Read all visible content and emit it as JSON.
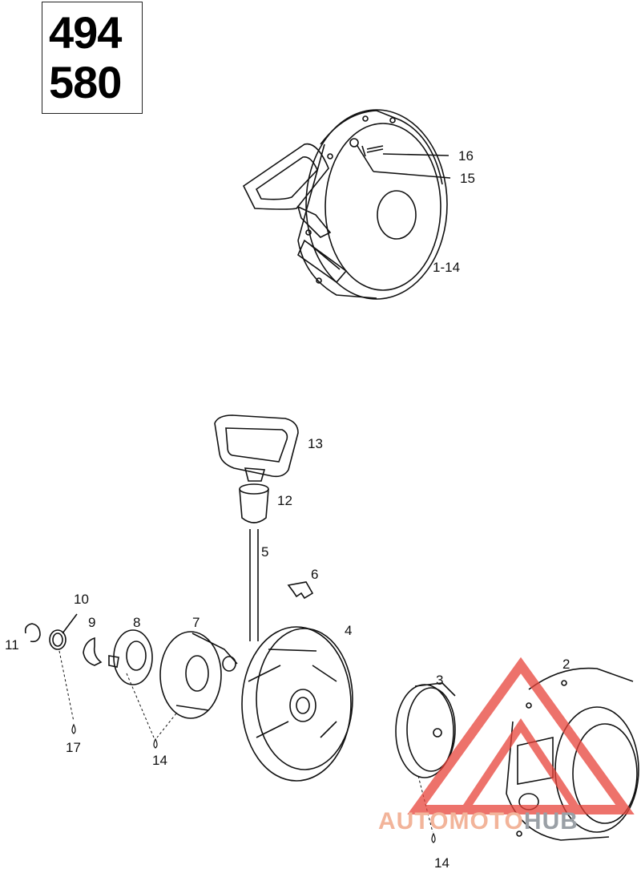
{
  "models": {
    "line1": "494",
    "line2": "580"
  },
  "callouts": {
    "c16": "16",
    "c15": "15",
    "c1_14": "1-14",
    "c13": "13",
    "c12": "12",
    "c5": "5",
    "c6": "6",
    "c10": "10",
    "c9": "9",
    "c8": "8",
    "c7": "7",
    "c4": "4",
    "c11": "11",
    "c17": "17",
    "c14a": "14",
    "c3": "3",
    "c2": "2",
    "c14b": "14"
  },
  "watermark": {
    "part1": "AUTOMOTO",
    "part2": "HUB",
    "logo_color": "#e8433a",
    "text_color": "#f2b49a"
  }
}
